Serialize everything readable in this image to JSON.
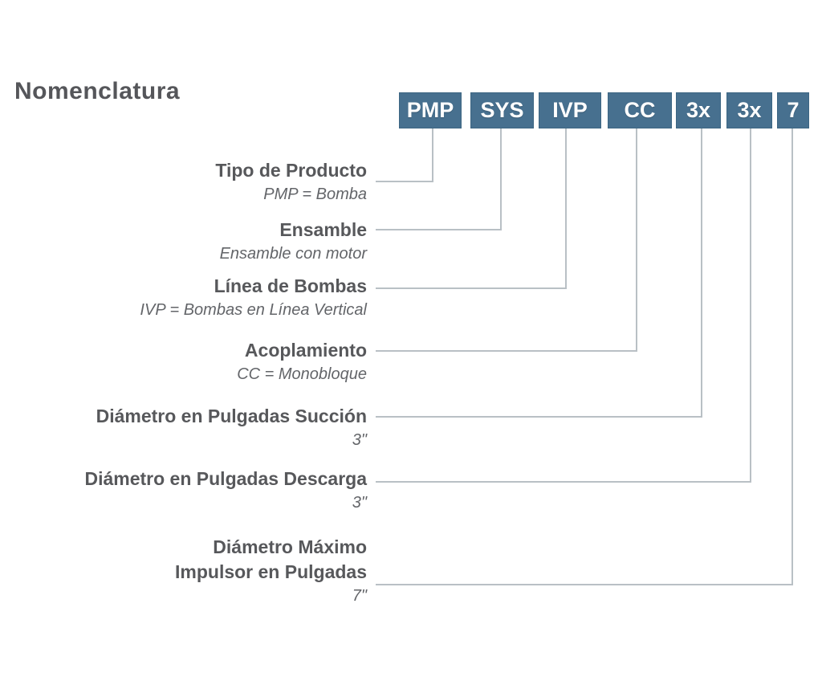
{
  "title": "Nomenclatura",
  "codes": [
    "PMP",
    "SYS",
    "IVP",
    "CC",
    "3x",
    "3x",
    "7"
  ],
  "rows": [
    {
      "label": "Tipo de Producto",
      "sub": "PMP = Bomba"
    },
    {
      "label": "Ensamble",
      "sub": "Ensamble con motor"
    },
    {
      "label": "Línea de Bombas",
      "sub": "IVP = Bombas en Línea Vertical"
    },
    {
      "label": "Acoplamiento",
      "sub": "CC = Monobloque"
    },
    {
      "label": "Diámetro en Pulgadas Succión",
      "sub": "3\""
    },
    {
      "label": "Diámetro en Pulgadas Descarga",
      "sub": "3\""
    },
    {
      "label": "Diámetro Máximo\nImpulsor en Pulgadas",
      "sub": "7\""
    }
  ],
  "colors": {
    "box_fill": "#47708f",
    "box_border": "#3d6683",
    "label": "#57585b",
    "sublabel": "#636569",
    "line": "#b9c0c5",
    "title": "#55565a"
  }
}
